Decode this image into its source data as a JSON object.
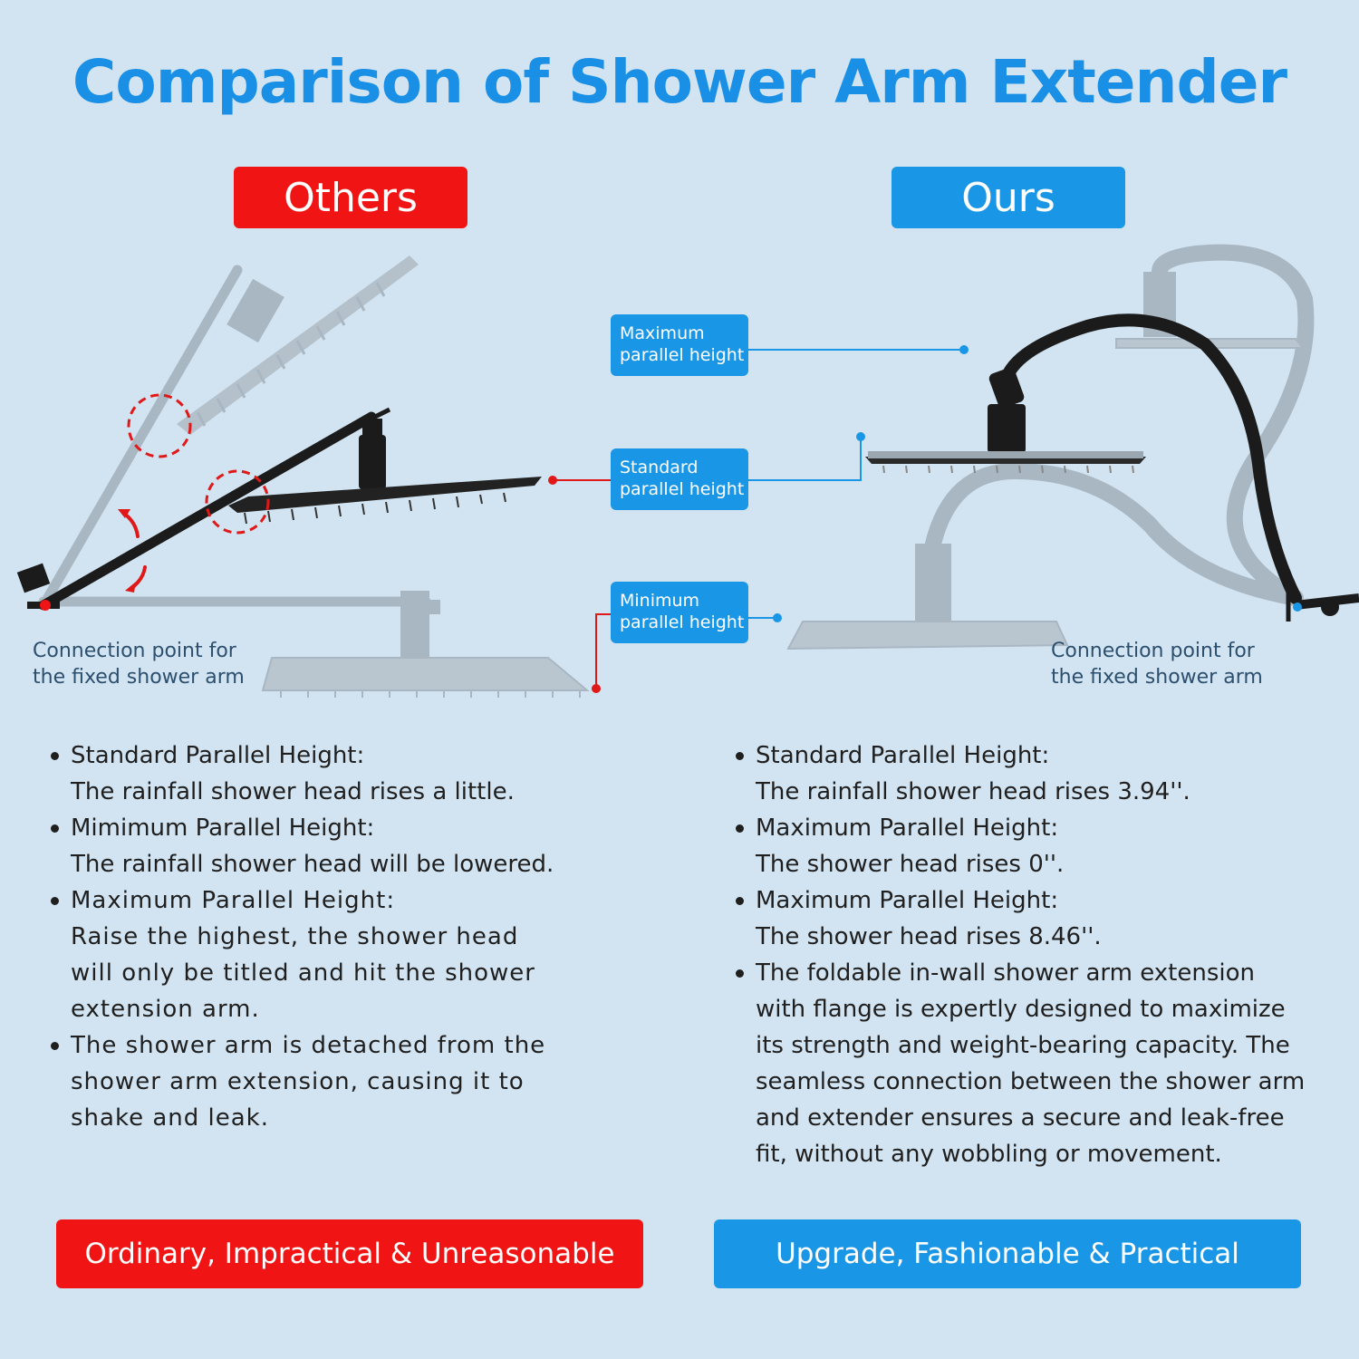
{
  "title": "Comparison of Shower Arm Extender",
  "others": {
    "badge": "Others",
    "connection_label": [
      "Connection point for",
      "the fixed shower arm"
    ],
    "points": [
      [
        "Standard Parallel Height:",
        "The rainfall shower head rises a little."
      ],
      [
        "Mimimum Parallel Height:",
        "The rainfall shower head will be lowered."
      ],
      [
        "Maximum Parallel Height:",
        "Raise the highest, the shower head",
        "will only be titled and hit the shower",
        "extension arm."
      ],
      [
        "The shower arm is detached from the",
        "shower arm extension, causing it to",
        "shake and leak."
      ]
    ],
    "verdict": "Ordinary, Impractical & Unreasonable"
  },
  "ours": {
    "badge": "Ours",
    "connection_label": [
      "Connection point for",
      "the fixed shower arm"
    ],
    "points": [
      [
        "Standard Parallel Height:",
        "The rainfall shower head rises 3.94''."
      ],
      [
        "Maximum Parallel Height:",
        "The shower head rises 0''."
      ],
      [
        "Maximum Parallel Height:",
        "The shower head rises 8.46''."
      ],
      [
        "The foldable in-wall shower arm extension",
        "with flange is expertly designed to maximize",
        "its strength and weight-bearing capacity. The",
        "seamless connection between the shower arm",
        "and extender ensures a secure and leak-free",
        "fit, without any wobbling or movement."
      ]
    ],
    "verdict": "Upgrade, Fashionable & Practical"
  },
  "height_labels": {
    "maximum": [
      "Maximum",
      "parallel height"
    ],
    "standard": [
      "Standard",
      "parallel height"
    ],
    "minimum": [
      "Minimum",
      "parallel height"
    ]
  },
  "colors": {
    "background": "#d2e4f1",
    "title": "#1a8fe6",
    "others_red": "#f01414",
    "ours_blue": "#1a96e6",
    "ghost_gray": "#a9b7c3",
    "product_black": "#1b1b1b"
  },
  "icons": {
    "problem_marker": "dashed-red-circle-icon",
    "rotation_arrow": "curved-arrow-icon",
    "connector_dot": "dot-icon"
  }
}
